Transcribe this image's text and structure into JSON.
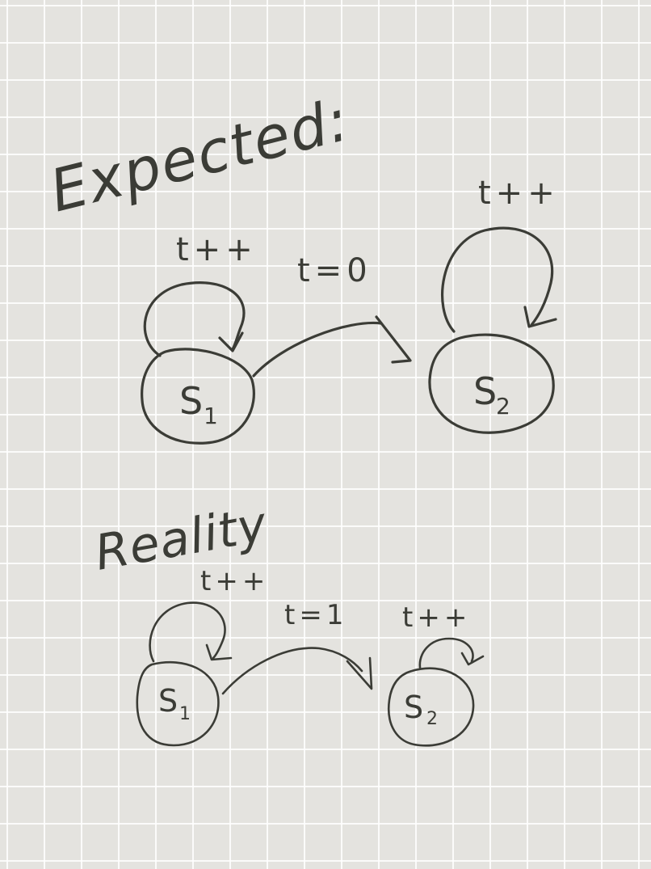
{
  "sections": [
    {
      "heading": "Expected:",
      "state1": {
        "name": "S",
        "sub": "1",
        "loop_label": "t++"
      },
      "state2": {
        "name": "S",
        "sub": "2",
        "loop_label": "t++"
      },
      "transition_label": "t=0"
    },
    {
      "heading": "Reality",
      "state1": {
        "name": "S",
        "sub": "1",
        "loop_label": "t++"
      },
      "state2": {
        "name": "S",
        "sub": "2",
        "loop_label": "t++"
      },
      "transition_label": "t=1"
    }
  ],
  "ink_color": "#3b3c36",
  "paper_color": "#e4e3df"
}
